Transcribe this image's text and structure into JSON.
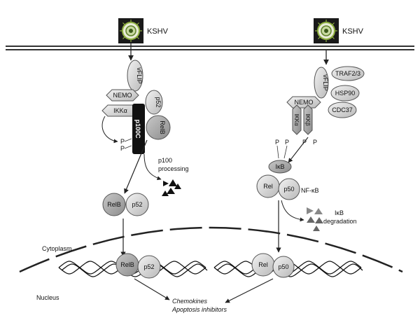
{
  "labels": {
    "virus": "KSHV",
    "vflip": "vFLIP",
    "nemo": "NEMO",
    "ikka": "IKKα",
    "ikkb": "IKKβ",
    "p52": "p52",
    "p100c": "p100C",
    "relb": "RelB",
    "phospho": "P",
    "p100_processing_1": "p100",
    "p100_processing_2": "processing",
    "traf": "TRAF2/3",
    "hsp90": "HSP90",
    "cdc37": "CDC37",
    "ikb": "IκB",
    "rel": "Rel",
    "p50": "p50",
    "nfkb": "NF-κB",
    "ikb_deg_1": "IκB",
    "ikb_deg_2": "degradation",
    "cytoplasm": "Cytoplasm",
    "nucleus": "Nucleus",
    "target_1": "Chemokines",
    "target_2": "Apoptosis inhibitors"
  },
  "colors": {
    "line": "#333333",
    "shape_fill": "#dcdcdc",
    "shape_dark": "#a8a8a8",
    "p100_fill": "#111111",
    "virus_bg": "#1a1a1a",
    "virus_green": "#8fb040"
  },
  "icons": [
    "kshv-virion-icon-left",
    "kshv-virion-icon-right"
  ]
}
